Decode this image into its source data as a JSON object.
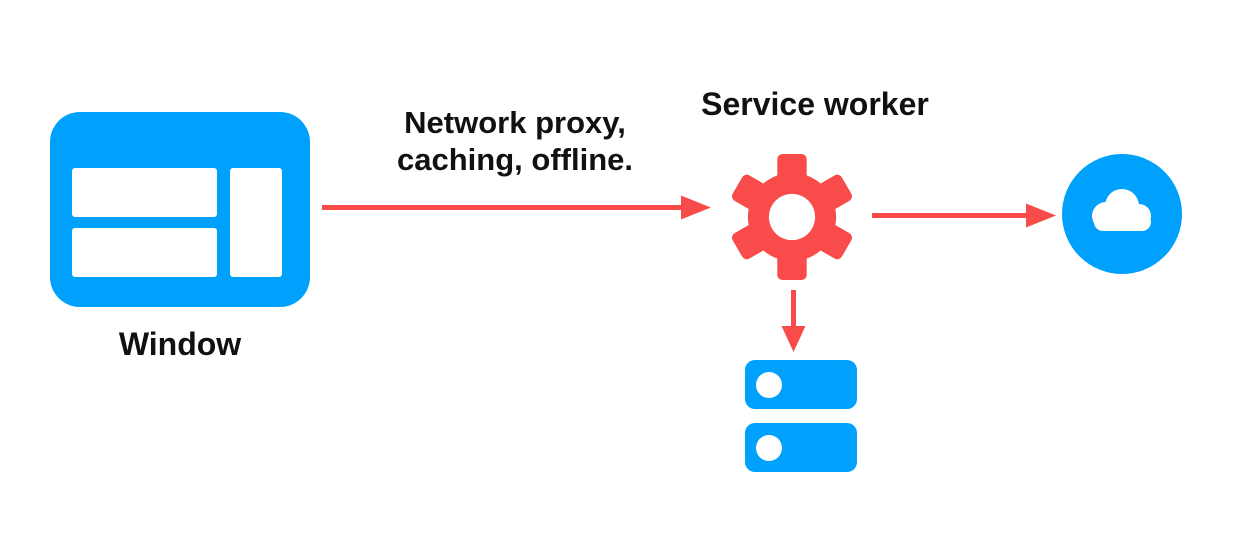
{
  "colors": {
    "blue": "#00A1FC",
    "red": "#FA4B4B",
    "text": "#111111",
    "bg": "#FFFFFF"
  },
  "diagram": {
    "window": {
      "label": "Window",
      "icon": "browser-window-icon"
    },
    "service_worker": {
      "title": "Service worker",
      "icon": "gear-icon"
    },
    "network": {
      "icon": "cloud-icon"
    },
    "storage": {
      "icon": "storage-database-icon"
    },
    "edges": {
      "window_to_service_worker": {
        "label": "Network proxy,\ncaching, offline.",
        "direction": "right"
      },
      "service_worker_to_network": {
        "direction": "right"
      },
      "service_worker_to_storage": {
        "direction": "down"
      }
    }
  }
}
